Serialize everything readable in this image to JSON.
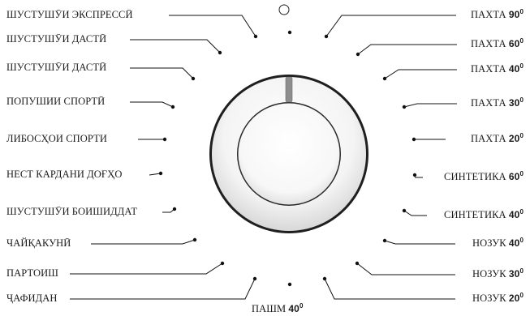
{
  "programs_left": [
    {
      "id": "quick-wash",
      "label": "ШУСТУШӮИ ЭКСПРЕССӢ"
    },
    {
      "id": "hand-wash-1",
      "label": "ШУСТУШӮИ ДАСТӢ"
    },
    {
      "id": "hand-wash-2",
      "label": "ШУСТУШӮИ ДАСТӢ"
    },
    {
      "id": "sport-shoes",
      "label": "ПОПУШИИ СПОРТӢ"
    },
    {
      "id": "sportswear",
      "label": "ЛИБОСҲОИ СПОРТИ"
    },
    {
      "id": "stain-removal",
      "label": "НЕСТ КАРДАНИ ДОҒҲО"
    },
    {
      "id": "intensive-wash",
      "label": "ШУСТУШӮИ БОИШИДДАТ"
    },
    {
      "id": "bedding",
      "label": "ЧАЙҚАКУНӢ"
    },
    {
      "id": "rinse",
      "label": "ПАРТОИШ"
    },
    {
      "id": "spin",
      "label": "ҶАФИДАН"
    }
  ],
  "programs_right": [
    {
      "id": "cotton-90",
      "label": "ПАХТА ",
      "temp": "90",
      "unit": "0"
    },
    {
      "id": "cotton-60",
      "label": "ПАХТА ",
      "temp": "60",
      "unit": "0"
    },
    {
      "id": "cotton-40",
      "label": "ПАХТА ",
      "temp": "40",
      "unit": "0"
    },
    {
      "id": "cotton-30",
      "label": "ПАХТА ",
      "temp": "30",
      "unit": "0"
    },
    {
      "id": "cotton-20",
      "label": "ПАХТА ",
      "temp": "20",
      "unit": "0"
    },
    {
      "id": "synthetic-60",
      "label": "СИНТЕТИКА ",
      "temp": "60",
      "unit": "0"
    },
    {
      "id": "synthetic-40",
      "label": "СИНТЕТИКА ",
      "temp": "40",
      "unit": "0"
    },
    {
      "id": "delicate-40",
      "label": "НОЗУК ",
      "temp": "40",
      "unit": "0"
    },
    {
      "id": "delicate-30",
      "label": "НОЗУК ",
      "temp": "30",
      "unit": "0"
    },
    {
      "id": "delicate-20",
      "label": "НОЗУК ",
      "temp": "20",
      "unit": "0"
    }
  ],
  "program_bottom": {
    "id": "wool-40",
    "label": "ПАШМ ",
    "temp": "40",
    "unit": "0"
  },
  "knob": {
    "name": "program-selector-knob",
    "marker_color": "#8a8a8a",
    "ring_color": "#2b2b2b"
  },
  "off_indicator": {
    "name": "off-position-indicator"
  }
}
